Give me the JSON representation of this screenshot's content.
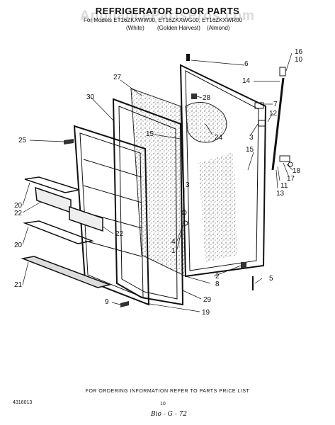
{
  "header": {
    "title": "REFRIGERATOR DOOR PARTS",
    "models": "For Models ET16ZKXWW00, ET16ZKXWG00, ET16ZKXWR00",
    "variants": [
      "(White)",
      "(Golden Harvest)",
      "(Almond)"
    ]
  },
  "watermark": "AppliancePartsPros.com",
  "callouts": [
    "30",
    "27",
    "6",
    "16",
    "10",
    "14",
    "28",
    "7",
    "12",
    "25",
    "15",
    "24",
    "3",
    "15",
    "18",
    "17",
    "11",
    "13",
    "20",
    "22",
    "20",
    "22",
    "21",
    "3",
    "4",
    "1",
    "2",
    "8",
    "5",
    "9",
    "29",
    "19"
  ],
  "footer": {
    "note": "FOR ORDERING INFORMATION REFER TO PARTS PRICE LIST",
    "code": "4316013",
    "page": "10",
    "signature": "Bio - G - 72"
  }
}
